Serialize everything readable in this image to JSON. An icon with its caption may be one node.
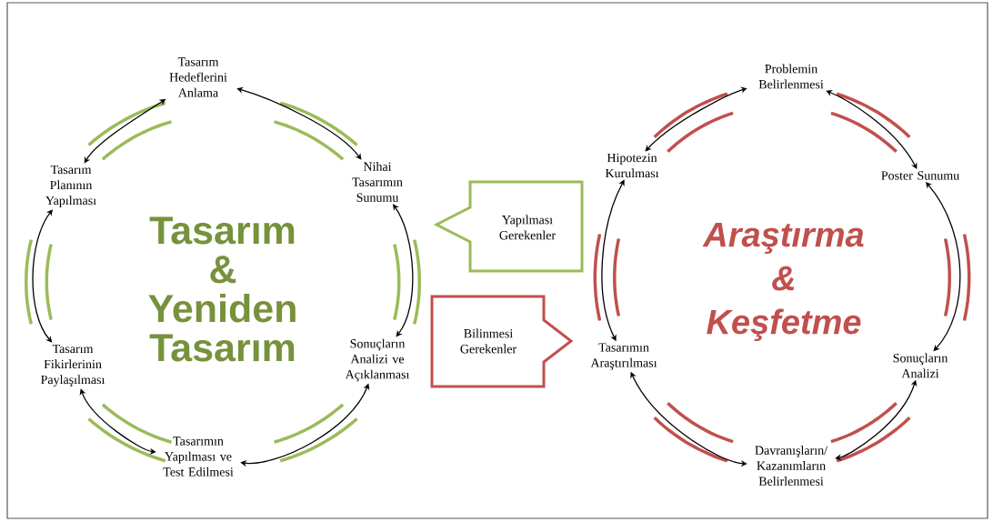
{
  "diagram": {
    "nodes": [
      {
        "text": [
          "Tasarım Hedeflerini Anlama"
        ]
      },
      {
        "text": [
          "Nihai Tasarımın Sunumu"
        ]
      },
      {
        "text": [
          "Sonuçların Analizi ve Açıklanması"
        ]
      },
      {
        "text": [
          "Tasarımın Yapılması ve Test Edilmesi"
        ]
      },
      {
        "text": [
          "Tasarım Fikirlerinin Paylaşılması"
        ]
      },
      {
        "text": [
          "Tasarım Planının Yapılması"
        ]
      },
      {
        "text": [
          "Yapılması Gerekenler"
        ]
      },
      {
        "text": [
          "Bilinmesi Gerekenler"
        ]
      },
      {
        "text": [
          "Problemin Belirlenmesi"
        ]
      },
      {
        "text": [
          "Poster Sunumu"
        ]
      },
      {
        "text": [
          "Sonuçların Analizi"
        ]
      },
      {
        "text": [
          "Davranışların/ Kazanımların Belirlenmesi"
        ]
      },
      {
        "text": [
          "Tasarımın Araştırılması"
        ]
      },
      {
        "text": [
          "Hipotezin Kurulması"
        ]
      }
    ],
    "edges": [
      {
        "from": 0,
        "to": 1,
        "arrow": "both"
      },
      {
        "from": 1,
        "to": 2,
        "arrow": "both"
      },
      {
        "from": 2,
        "to": 3,
        "arrow": "both"
      },
      {
        "from": 3,
        "to": 4,
        "arrow": "both"
      },
      {
        "from": 4,
        "to": 5,
        "arrow": "both"
      },
      {
        "from": 5,
        "to": 0,
        "arrow": "both"
      },
      {
        "from": 8,
        "to": 9,
        "arrow": "both"
      },
      {
        "from": 9,
        "to": 10,
        "arrow": "both"
      },
      {
        "from": 10,
        "to": 11,
        "arrow": "both"
      },
      {
        "from": 11,
        "to": 12,
        "arrow": "both"
      },
      {
        "from": 12,
        "to": 13,
        "arrow": "both"
      },
      {
        "from": 13,
        "to": 8,
        "arrow": "both"
      }
    ],
    "labels": [
      "Tasarım & Yeniden Tasarım",
      "Araştırma & Keşfetme"
    ]
  }
}
